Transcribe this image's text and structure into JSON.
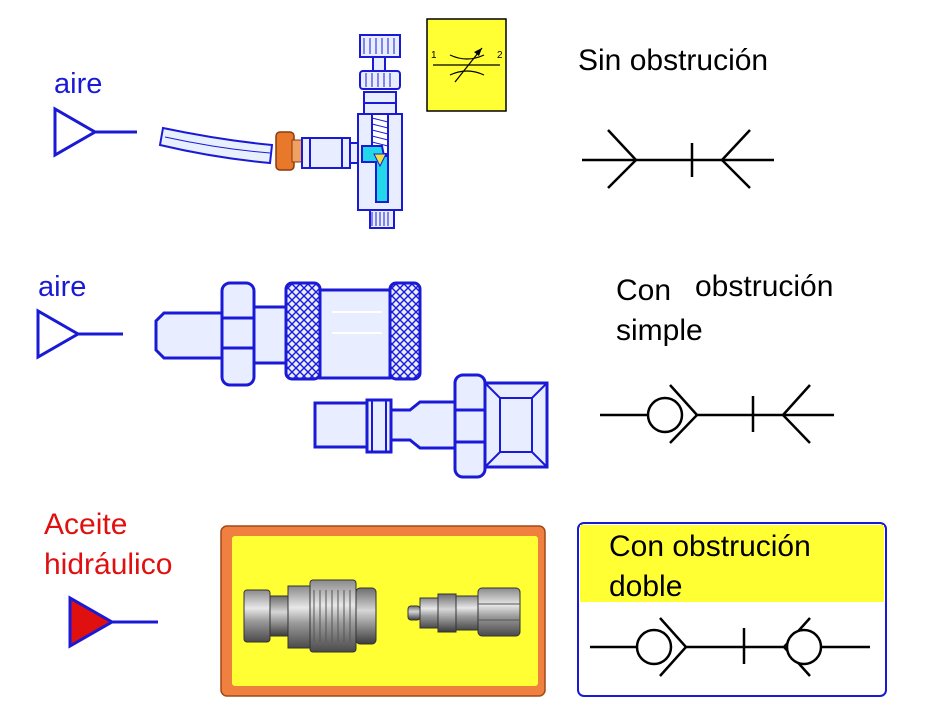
{
  "row1": {
    "medium_label": "aire",
    "symbol_title": "Sin obstrución",
    "valve_symbol": {
      "port_in": "1",
      "port_out": "2"
    }
  },
  "row2": {
    "medium_label": "aire",
    "symbol_title_line1a": "Con",
    "symbol_title_line1b": "obstrución",
    "symbol_title_line2": "simple"
  },
  "row3": {
    "medium_label_line1": "Aceite",
    "medium_label_line2": "hidráulico",
    "symbol_title_line1": "Con  obstrución",
    "symbol_title_line2": "doble"
  },
  "colors": {
    "air_blue": "#1a1ad6",
    "oil_red": "#e01010",
    "panel_yellow": "#ffff33",
    "frame_orange": "#f08040",
    "fluid_cyan": "#22d8e8"
  }
}
